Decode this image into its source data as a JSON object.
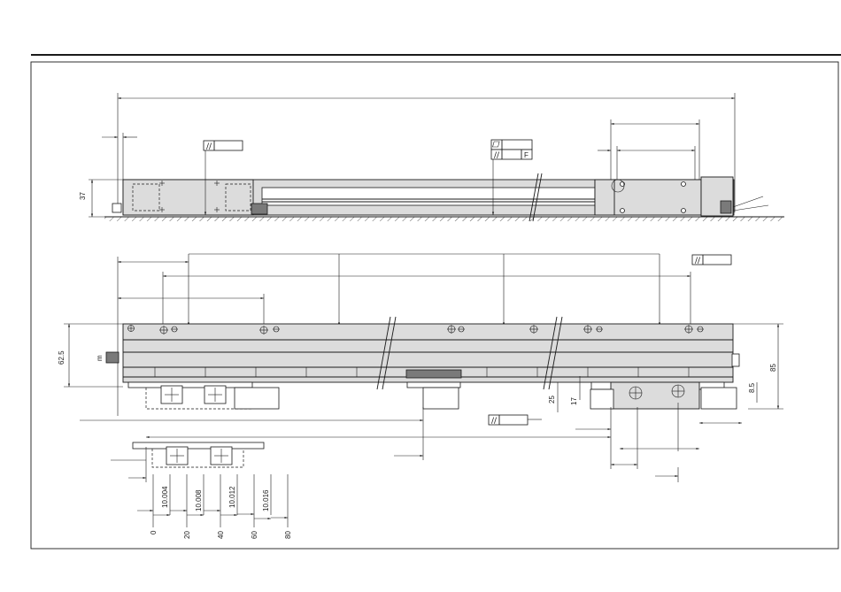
{
  "dimensions": {
    "height_side": "37",
    "width_body": "62.5",
    "height_total": "85",
    "offset_25": "25",
    "offset_17": "17",
    "offset_8_5": "8.5"
  },
  "tolerance_labels": [
    "10.004",
    "10.008",
    "10.012",
    "10.016"
  ],
  "scale_ticks": [
    "0",
    "20",
    "40",
    "60",
    "80"
  ],
  "callouts": {
    "letter_f": "F",
    "letter_m": "m"
  },
  "colors": {
    "line": "#1a1a1a",
    "body_fill": "#dcdcdc",
    "dark_fill": "#7a7a7a"
  }
}
